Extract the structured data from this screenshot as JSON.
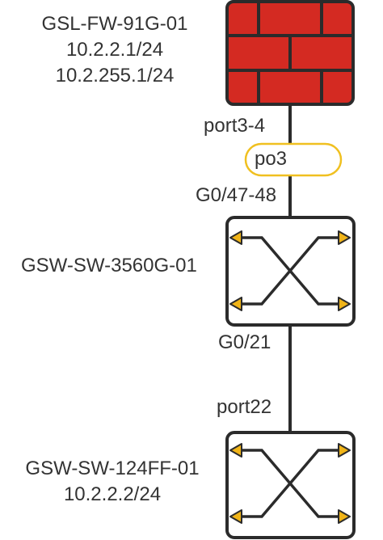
{
  "nodes": {
    "firewall": {
      "name": "GSL-FW-91G-01",
      "ip1": "10.2.2.1/24",
      "ip2": "10.2.255.1/24",
      "icon": "firewall-icon",
      "color": "#d42a22"
    },
    "switch1": {
      "name": "GSW-SW-3560G-01",
      "icon": "switch-icon"
    },
    "switch2": {
      "name": "GSW-SW-124FF-01",
      "ip": "10.2.2.2/24",
      "icon": "switch-icon"
    }
  },
  "links": {
    "fw_port": "port3-4",
    "port_channel": "po3",
    "sw1_uplink": "G0/47-48",
    "sw1_downlink": "G0/21",
    "sw2_uplink": "port22"
  },
  "colors": {
    "line": "#2b2b2b",
    "port_channel_outline": "#f0c020",
    "arrow_fill": "#f0b418",
    "firewall": "#d42a22"
  }
}
